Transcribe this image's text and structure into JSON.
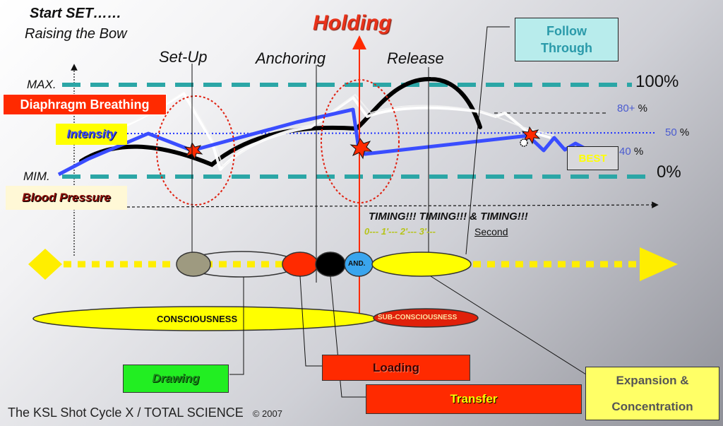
{
  "header": {
    "start_set": "Start SET……",
    "raising": "Raising the Bow",
    "holding": "Holding"
  },
  "phases": {
    "setup": "Set-Up",
    "anchoring": "Anchoring",
    "release": "Release",
    "follow_through": "Follow\nThrough"
  },
  "scale": {
    "max_label": "MAX.",
    "min_label": "MIM.",
    "p100": "100%",
    "p80": "80+",
    "p80_pct": "%",
    "p50": "50",
    "p50_pct": "%",
    "p40": "40",
    "p40_pct": "%",
    "p0": "0%"
  },
  "labels": {
    "diaphragm": "Diaphragm Breathing",
    "intensity": "Intensity",
    "blood_pressure": "Blood Pressure",
    "best": "BEST",
    "timing": "TIMING!!! TIMING!!! & TIMING!!!",
    "timing_scale": "0--- 1'--- 2'--- 3'---",
    "second": "Second",
    "and": "AND.",
    "consciousness": "CONSCIOUSNESS",
    "subconsciousness": "SUB-CONSCIOUSNESS",
    "drawing": "Drawing",
    "loading": "Loading",
    "transfer": "Transfer",
    "expansion_1": "Expansion &",
    "expansion_2": "Concentration"
  },
  "footer": {
    "title": "The KSL Shot Cycle X  /  TOTAL SCIENCE",
    "copyright": "© 2007"
  },
  "colors": {
    "red": "#ff1a00",
    "yellow": "#ffff00",
    "green": "#22ee22",
    "blue": "#3a4dff",
    "teal": "#2ba6a6",
    "light_blue": "#b8ecec",
    "sub_red": "#e0200a"
  }
}
